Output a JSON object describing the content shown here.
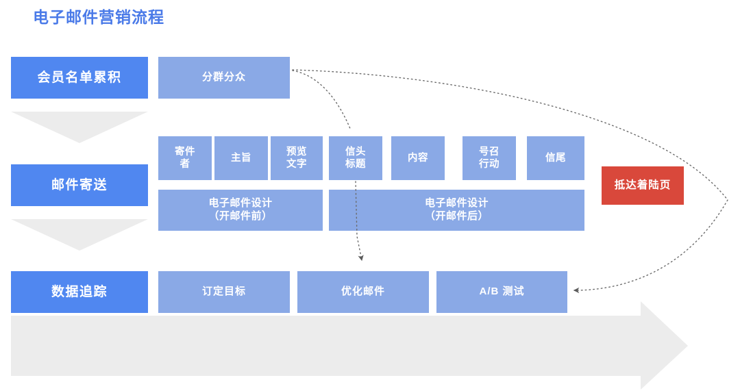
{
  "page": {
    "title": "电子邮件营销流程",
    "title_color": "#4a7ae8",
    "background": "#ffffff"
  },
  "colors": {
    "stage": "#5087f0",
    "sub": "#8aa9e6",
    "danger": "#d9483b",
    "arrow_gray": "#ececec",
    "connector": "#6b6b6b"
  },
  "stages": [
    {
      "label": "会员名单累积"
    },
    {
      "label": "邮件寄送"
    },
    {
      "label": "数据追踪"
    }
  ],
  "row1": {
    "items": [
      {
        "label": "分群分众"
      }
    ]
  },
  "row2": {
    "components_before": [
      {
        "label": "寄件\n者"
      },
      {
        "label": "主旨"
      },
      {
        "label": "预览\n文字"
      }
    ],
    "components_after": [
      {
        "label": "信头\n标题"
      },
      {
        "label": "内容"
      },
      {
        "label": "号召\n行动"
      },
      {
        "label": "信尾"
      }
    ],
    "group_before_label": "电子邮件设计\n（开邮件前）",
    "group_after_label": "电子邮件设计\n（开邮件后）",
    "landing": {
      "label": "抵达着陆页"
    }
  },
  "row3": {
    "items": [
      {
        "label": "订定目标"
      },
      {
        "label": "优化邮件"
      },
      {
        "label": "A/B 测试"
      }
    ]
  },
  "connectors": [
    {
      "name": "segmentation-to-header",
      "from": "分群分众",
      "to": "信头标题",
      "style": "dotted",
      "arrow": true
    },
    {
      "name": "header-to-optimize",
      "from": "信头标题",
      "to": "优化邮件",
      "style": "dotted",
      "arrow": true
    },
    {
      "name": "segmentation-to-abtest",
      "from": "分群分众",
      "to": "A/B 测试",
      "style": "dotted",
      "arrow": true
    }
  ],
  "flow_arrows": {
    "down_arrow_count": 2,
    "bottom_arrow_direction": "right"
  }
}
